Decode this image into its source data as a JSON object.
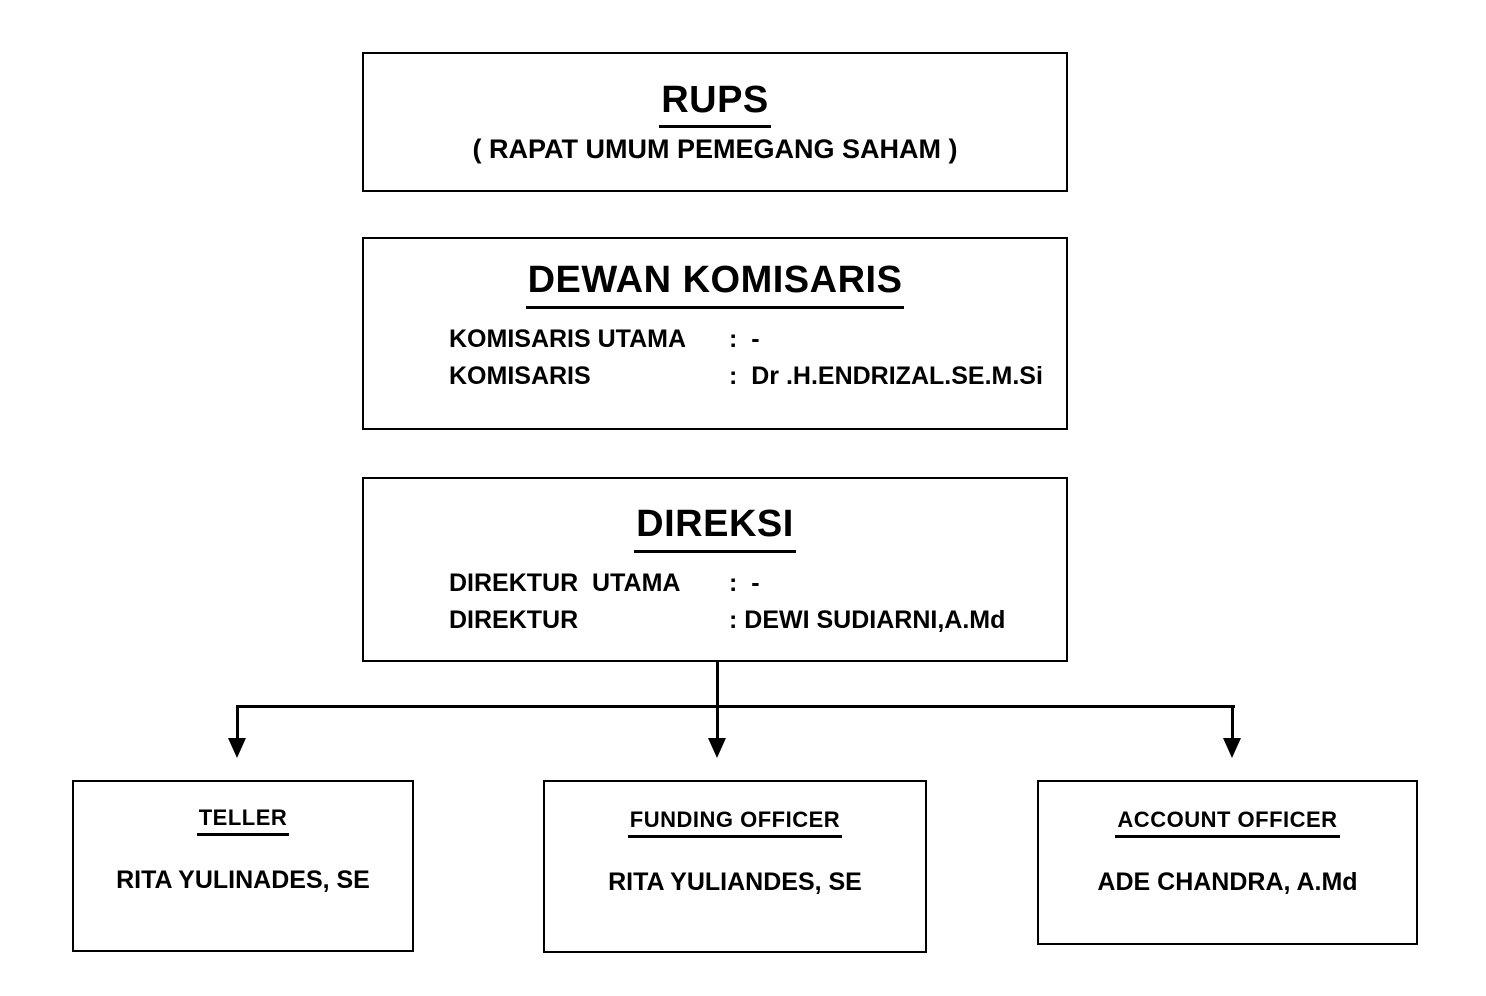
{
  "page": {
    "background_color": "#ffffff",
    "line_color": "#000000",
    "text_color": "#000000"
  },
  "org_chart": {
    "rups": {
      "title": "RUPS",
      "subtitle": "( RAPAT UMUM PEMEGANG SAHAM )"
    },
    "dewan_komisaris": {
      "title": "DEWAN KOMISARIS",
      "rows": [
        {
          "label": "KOMISARIS UTAMA",
          "value": ":  -"
        },
        {
          "label": "KOMISARIS",
          "value": ":  Dr .H.ENDRIZAL.SE.M.Si"
        }
      ]
    },
    "direksi": {
      "title": "DIREKSI",
      "rows": [
        {
          "label": "DIREKTUR  UTAMA",
          "value": ":  -"
        },
        {
          "label": "DIREKTUR",
          "value": ": DEWI SUDIARNI,A.Md"
        }
      ]
    },
    "children": [
      {
        "title": "TELLER",
        "name": "RITA YULINADES, SE"
      },
      {
        "title": "FUNDING OFFICER",
        "name": "RITA YULIANDES, SE"
      },
      {
        "title": "ACCOUNT OFFICER",
        "name": "ADE CHANDRA, A.Md"
      }
    ]
  }
}
